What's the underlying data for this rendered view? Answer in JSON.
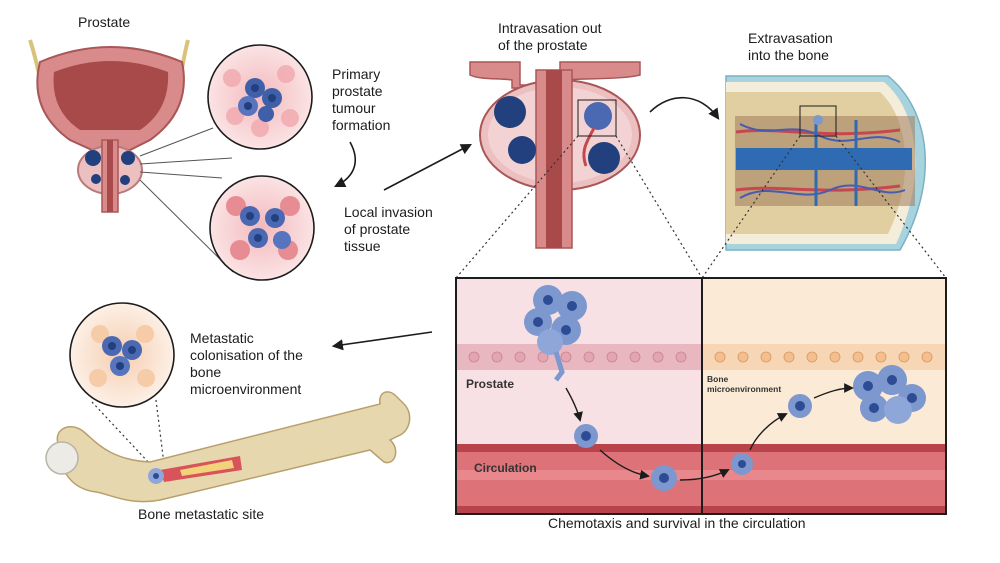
{
  "labels": {
    "prostate": "Prostate",
    "primary": "Primary\nprostate\ntumour\nformation",
    "local_invasion": "Local invasion\nof prostate\ntissue",
    "intravasation": "Intravasation out\nof the prostate",
    "extravasation": "Extravasation\ninto the bone",
    "metastatic": "Metastatic\ncolonisation of the\nbone\nmicroenvironment",
    "bone_site": "Bone metastatic site",
    "inset_prostate": "Prostate",
    "inset_circulation": "Circulation",
    "inset_bone": "Bone\nmicroenvironment",
    "inset_caption": "Chemotaxis and survival in the circulation"
  },
  "colors": {
    "tumour_blue": "#3f5fa8",
    "tissue_pink": "#e8a3a8",
    "vessel_red": "#c7474f",
    "bone": "#e6d7ae",
    "prostate_panel": "#f8e1e4",
    "bone_panel": "#fbead6"
  },
  "icons": [
    "bladder-prostate-icon",
    "tumour-cluster-icon",
    "bone-icon",
    "blood-vessel-icon",
    "arrow-icon"
  ]
}
